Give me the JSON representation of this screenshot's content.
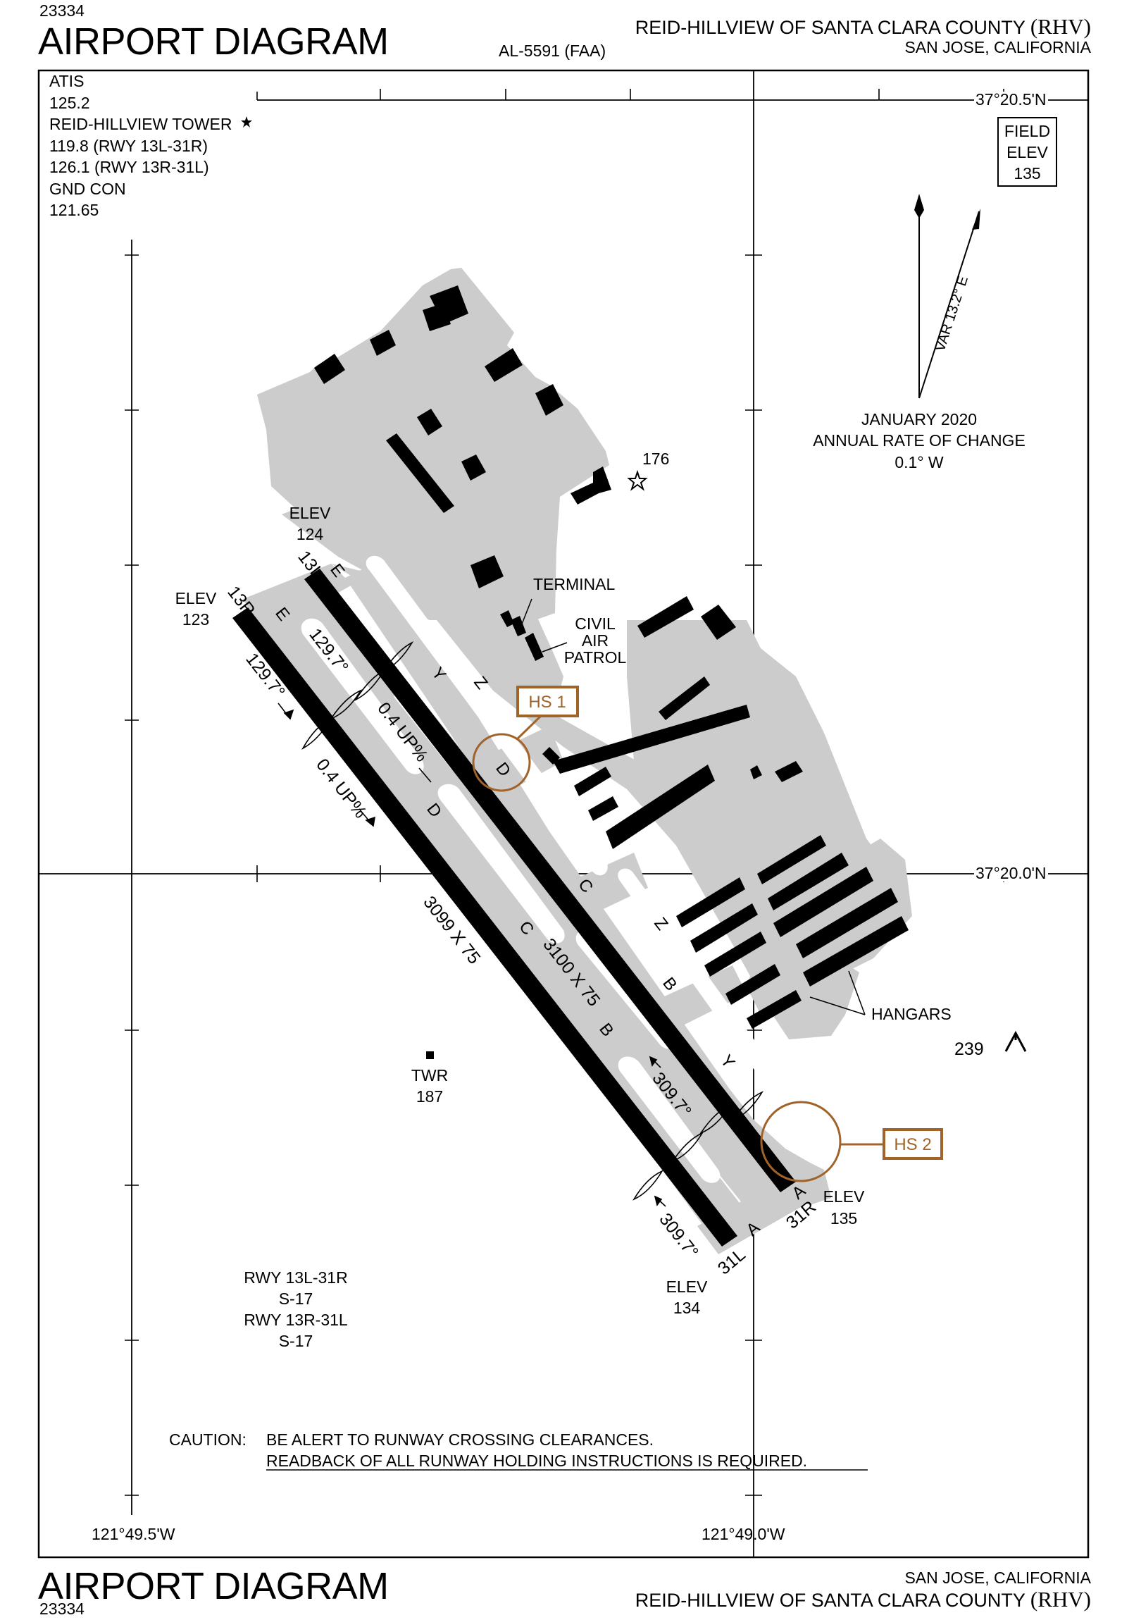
{
  "header": {
    "id_top": "23334",
    "title_top": "AIRPORT DIAGRAM",
    "airport_top": "REID-HILLVIEW OF SANTA CLARA COUNTY",
    "ident_top": "(RHV)",
    "city_top": "SAN JOSE, CALIFORNIA",
    "chart_no": "AL-5591 (FAA)"
  },
  "footer": {
    "title_bottom": "AIRPORT DIAGRAM",
    "id_bottom": "23334",
    "city_bottom": "SAN JOSE, CALIFORNIA",
    "airport_bottom": "REID-HILLVIEW OF SANTA CLARA COUNTY",
    "ident_bottom": "(RHV)"
  },
  "comms": {
    "atis_label": "ATIS",
    "atis_freq": "125.2",
    "tower_label": "REID-HILLVIEW TOWER",
    "tower_freq_1": "119.8 (RWY 13L-31R)",
    "tower_freq_2": "126.1 (RWY 13R-31L)",
    "gnd_label": "GND CON",
    "gnd_freq": "121.65"
  },
  "field_elev": {
    "line1": "FIELD",
    "line2": "ELEV",
    "value": "135"
  },
  "coords": {
    "lat_top": "37°20.5'N",
    "lat_mid": "37°20.0'N",
    "lon_left": "121°49.5'W",
    "lon_right": "121°49.0'W"
  },
  "magvar": {
    "var": "VAR 13.2° E",
    "date": "JANUARY 2020",
    "rate_label": "ANNUAL RATE OF CHANGE",
    "rate": "0.1° W"
  },
  "elevations": {
    "e124_label": "ELEV",
    "e124": "124",
    "e123_label": "ELEV",
    "e123": "123",
    "e135_label": "ELEV",
    "e135": "135",
    "e134_label": "ELEV",
    "e134": "134",
    "obstacle_176": "176",
    "obstacle_239": "239"
  },
  "facilities": {
    "terminal": "TERMINAL",
    "civil_1": "CIVIL",
    "civil_2": "AIR",
    "civil_3": "PATROL",
    "tower_label": "TWR",
    "tower_elev": "187",
    "hangars": "HANGARS"
  },
  "hotspots": {
    "hs1": "HS 1",
    "hs2": "HS 2"
  },
  "runways": {
    "rwy_13l": "13L",
    "rwy_13r": "13R",
    "rwy_31l": "31L",
    "rwy_31r": "31R",
    "dim_13r_31l": "3099 X 75",
    "dim_13l_31r": "3100 X 75",
    "hdg_129_a": "129.7°",
    "hdg_129_b": "129.7°",
    "hdg_309_a": "309.7°",
    "hdg_309_b": "309.7°",
    "grad_a": "0.4 UP%",
    "grad_b": "0.4 UP%"
  },
  "taxiways": {
    "e1": "E",
    "e2": "E",
    "y1": "Y",
    "y2": "Y",
    "z1": "Z",
    "z2": "Z",
    "d1": "D",
    "d2": "D",
    "c1": "C",
    "c2": "C",
    "b1": "B",
    "b2": "B",
    "a1": "A",
    "a2": "A"
  },
  "runway_strength": {
    "rwy_13l_31r": "RWY 13L-31R",
    "s_13l": "S-17",
    "rwy_13r_31l": "RWY 13R-31L",
    "s_13r": "S-17"
  },
  "caution": {
    "prefix": "CAUTION:",
    "line1": "BE ALERT TO RUNWAY CROSSING CLEARANCES.",
    "line2": "READBACK OF ALL RUNWAY HOLDING INSTRUCTIONS IS REQUIRED."
  },
  "colors": {
    "pavement": "#cccccc",
    "runway": "#000000",
    "hotspot": "#a0642a",
    "frame": "#000000"
  }
}
